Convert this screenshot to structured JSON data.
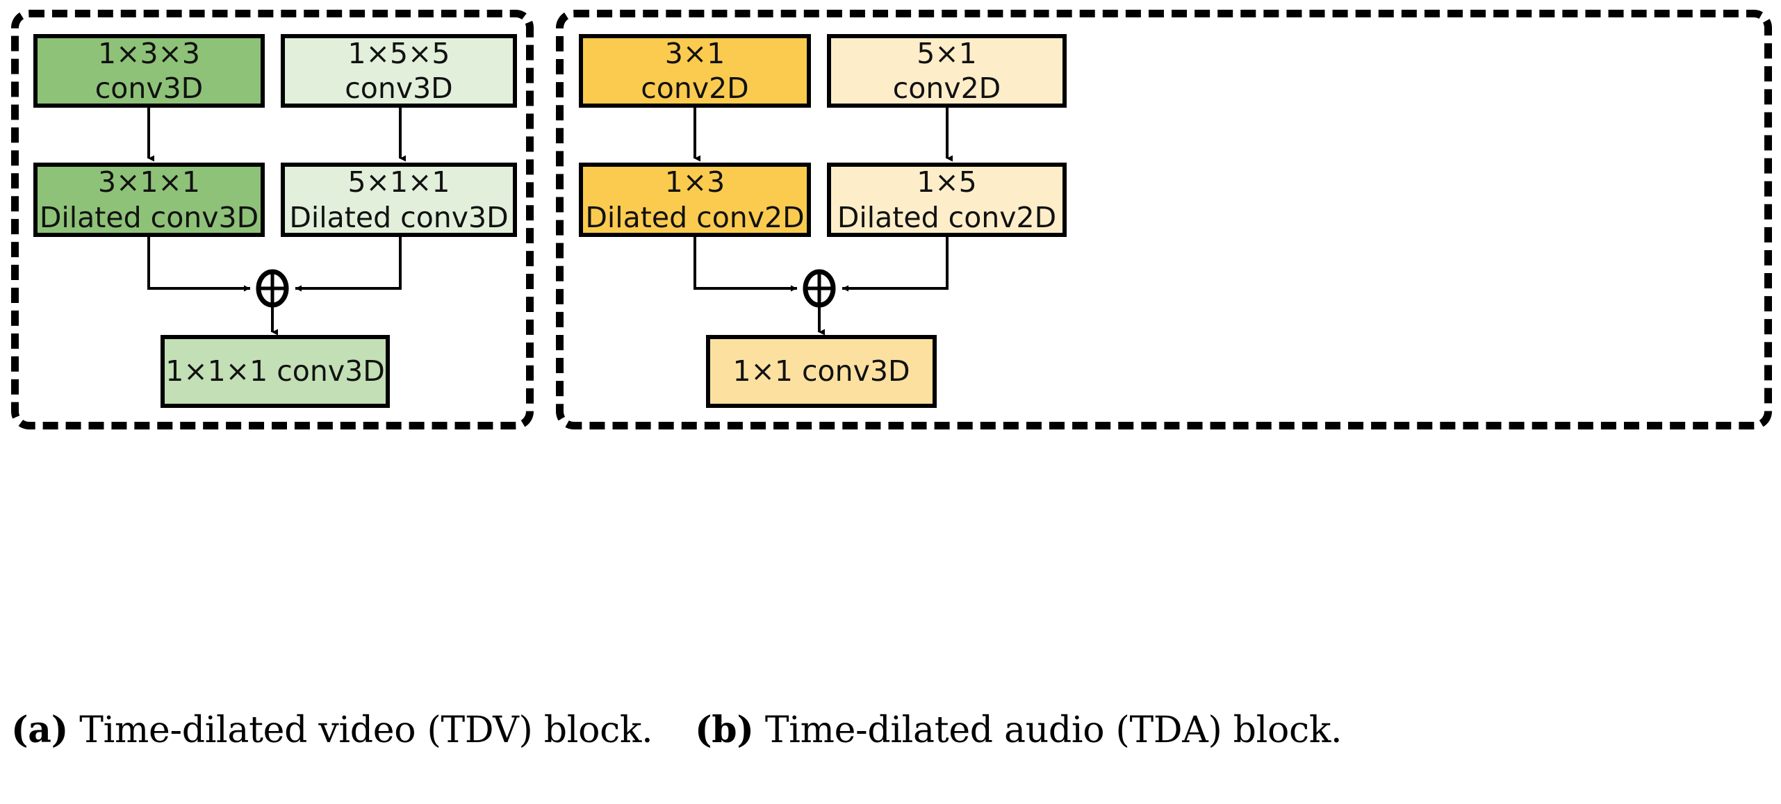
{
  "figure": {
    "background": "#ffffff",
    "border_color": "#000000"
  },
  "panels": [
    {
      "id": "tdv",
      "caption_tag": "(a)",
      "caption_text": " Time-dilated video (TDV) block.",
      "accent_strong": "#8ec278",
      "accent_light": "#e2efdb",
      "accent_output": "#c3dfb5",
      "merge_symbol": "⊕",
      "nodes": [
        {
          "name": "top-left",
          "line1": "1×3×3",
          "line2": "conv3D",
          "fill": "#8ec278"
        },
        {
          "name": "top-right",
          "line1": "1×5×5",
          "line2": "conv3D",
          "fill": "#e2efdb"
        },
        {
          "name": "mid-left",
          "line1": "3×1×1",
          "line2": "Dilated conv3D",
          "fill": "#8ec278"
        },
        {
          "name": "mid-right",
          "line1": "5×1×1",
          "line2": "Dilated conv3D",
          "fill": "#e2efdb"
        },
        {
          "name": "output",
          "line1": "1×1×1 conv3D",
          "line2": "",
          "fill": "#c3dfb5"
        }
      ]
    },
    {
      "id": "tda",
      "caption_tag": "(b)",
      "caption_text": " Time-dilated audio (TDA) block.",
      "accent_strong": "#fbcb4f",
      "accent_light": "#fdeec9",
      "accent_output": "#fbe0a0",
      "merge_symbol": "⊕",
      "nodes": [
        {
          "name": "top-left",
          "line1": "3×1",
          "line2": "conv2D",
          "fill": "#fbcb4f"
        },
        {
          "name": "top-right",
          "line1": "5×1",
          "line2": "conv2D",
          "fill": "#fdeec9"
        },
        {
          "name": "mid-left",
          "line1": "1×3",
          "line2": "Dilated conv2D",
          "fill": "#fbcb4f"
        },
        {
          "name": "mid-right",
          "line1": "1×5",
          "line2": "Dilated conv2D",
          "fill": "#fdeec9"
        },
        {
          "name": "output",
          "line1": "1×1 conv3D",
          "line2": "",
          "fill": "#fbe0a0"
        }
      ]
    }
  ]
}
